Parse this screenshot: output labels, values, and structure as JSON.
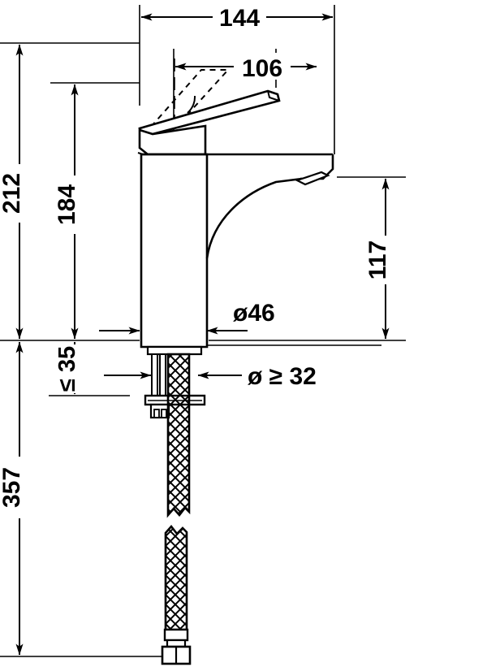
{
  "drawing": {
    "title": "Single-lever basin mixer dimensional drawing",
    "units": "mm",
    "line_color": "#000000",
    "background_color": "#ffffff"
  },
  "dimensions": {
    "overall_width": "144",
    "handle_reach": "106",
    "total_height_to_deck": "212",
    "body_height": "184",
    "spout_height": "117",
    "spout_diameter": "ø46",
    "mounting_hole": "ø ≥ 32",
    "deck_thickness": "≤ 35",
    "total_length_with_hose": "357"
  },
  "labels": [
    {
      "id": "d144",
      "text": "144",
      "orientation": "horizontal"
    },
    {
      "id": "d106",
      "text": "106",
      "orientation": "horizontal"
    },
    {
      "id": "d212",
      "text": "212",
      "orientation": "vertical"
    },
    {
      "id": "d184",
      "text": "184",
      "orientation": "vertical"
    },
    {
      "id": "d117",
      "text": "117",
      "orientation": "vertical"
    },
    {
      "id": "d46",
      "text": "ø46",
      "orientation": "horizontal"
    },
    {
      "id": "d32",
      "text": "ø ≥ 32",
      "orientation": "horizontal"
    },
    {
      "id": "d35",
      "text": "≤ 35",
      "orientation": "vertical"
    },
    {
      "id": "d357",
      "text": "357",
      "orientation": "vertical"
    }
  ],
  "parts": [
    {
      "name": "lever-handle",
      "description": "Single lever handle, angled upward to the right"
    },
    {
      "name": "handle-base",
      "description": "Tapered handle base / cartridge cap"
    },
    {
      "name": "body",
      "description": "Cylindrical mixer body"
    },
    {
      "name": "spout",
      "description": "Integrated spout with aerator at tip"
    },
    {
      "name": "threaded-shank",
      "description": "Threaded mounting shank, cross-hatched"
    },
    {
      "name": "mounting-nut",
      "description": "Mounting washer and nut with set screw"
    },
    {
      "name": "flexible-hose",
      "description": "Braided flexible supply hose, shown broken"
    },
    {
      "name": "hose-nut",
      "description": "Hex connection nut at hose end"
    }
  ]
}
